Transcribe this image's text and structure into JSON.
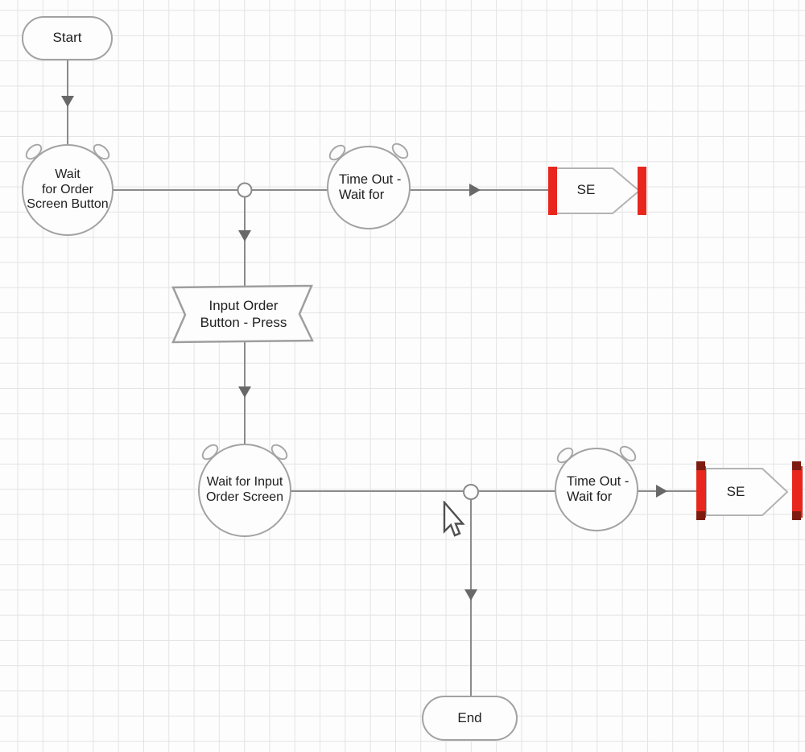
{
  "flowchart": {
    "nodes": {
      "start": {
        "label": "Start",
        "shape": "terminal"
      },
      "wait_order_screen_button": {
        "label": "Wait\nfor Order\nScreen Button",
        "shape": "wait-stage"
      },
      "timeout_wait_1": {
        "label": "Time Out -\nWait for",
        "shape": "wait-timeout-stage"
      },
      "se_exception_1": {
        "label": "SE",
        "shape": "exception-reference"
      },
      "input_order_button_press": {
        "label": "Input Order\nButton - Press",
        "shape": "navigate-stage"
      },
      "wait_input_order_screen": {
        "label": "Wait for Input\nOrder Screen",
        "shape": "wait-stage"
      },
      "timeout_wait_2": {
        "label": "Time Out -\nWait for",
        "shape": "wait-timeout-stage"
      },
      "se_exception_2": {
        "label": "SE",
        "shape": "exception-reference-selected"
      },
      "end": {
        "label": "End",
        "shape": "terminal"
      }
    },
    "colors": {
      "canvas_background": "#fdfdfd",
      "grid_line": "#e3e3e3",
      "node_border": "#a2a2a2",
      "link_line": "#8a8a8a",
      "arrowhead": "#686868",
      "exception_bar_red": "#e8261d",
      "selection_handle_dark_red": "#7e1b10",
      "text": "#1f1f1f"
    }
  }
}
